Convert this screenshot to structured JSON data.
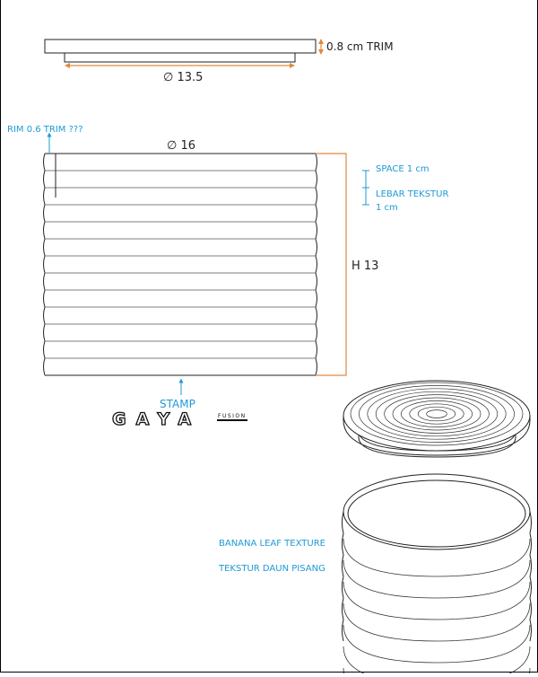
{
  "colors": {
    "dimension_blue": "#1e9ad6",
    "dimension_orange": "#e08a3c",
    "line": "#222222"
  },
  "lid": {
    "trim_label": "0.8 cm TRIM",
    "diameter_label": "∅ 13.5"
  },
  "body": {
    "rim_label": "RIM 0.6 TRIM ???",
    "diameter_label": "∅ 16",
    "space_label": "SPACE 1 cm",
    "width_label_line1": "LEBAR TEKSTUR",
    "width_label_line2": "1 cm",
    "height_label": "H 13",
    "stamp_label": "STAMP"
  },
  "logo": {
    "text": "GAYA",
    "suffix": "FUSION"
  },
  "texture": {
    "label_en": "BANANA LEAF TEXTURE",
    "label_id": "TEKSTUR DAUN PISANG"
  }
}
